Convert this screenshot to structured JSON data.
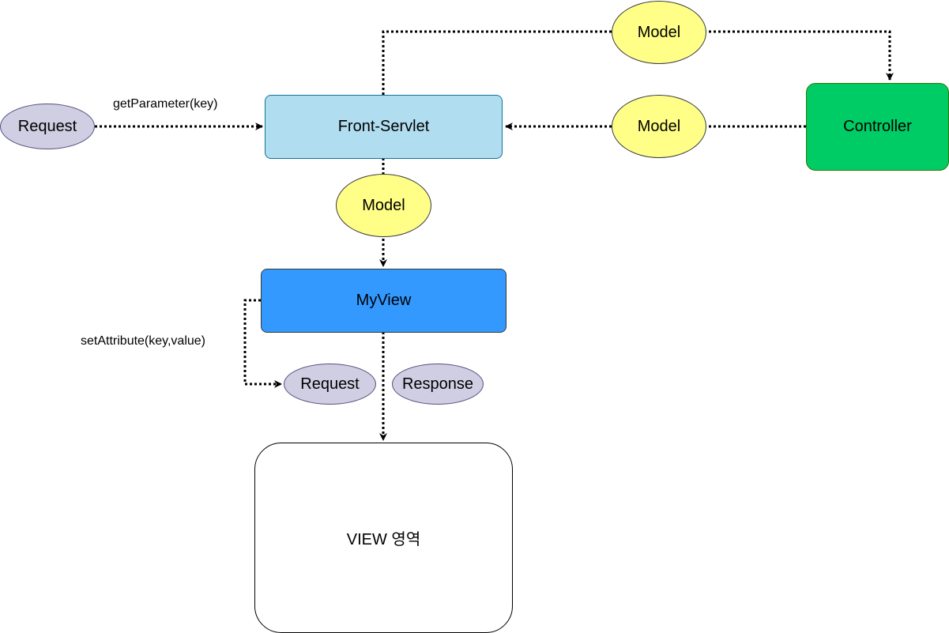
{
  "nodes": {
    "front_servlet": {
      "label": "Front-Servlet",
      "fill": "#b1ddf0",
      "stroke": "#10739e"
    },
    "controller": {
      "label": "Controller",
      "fill": "#00cc66",
      "stroke": "#2d7600"
    },
    "my_view": {
      "label": "MyView",
      "fill": "#3399ff",
      "stroke": "#36393d"
    },
    "view_area": {
      "label": "VIEW 영역",
      "fill": "#ffffff",
      "stroke": "#000000"
    },
    "request_left": {
      "label": "Request",
      "fill": "#d0cee2",
      "stroke": "#56517e"
    },
    "request_bottom": {
      "label": "Request",
      "fill": "#d0cee2",
      "stroke": "#56517e"
    },
    "response": {
      "label": "Response",
      "fill": "#d0cee2",
      "stroke": "#56517e"
    },
    "model_top": {
      "label": "Model",
      "fill": "#ffff88",
      "stroke": "#36393d"
    },
    "model_middle": {
      "label": "Model",
      "fill": "#ffff88",
      "stroke": "#36393d"
    },
    "model_down": {
      "label": "Model",
      "fill": "#ffff88",
      "stroke": "#36393d"
    }
  },
  "edge_labels": {
    "get_parameter": "getParameter(key)",
    "set_attribute": "setAttribute(key,value)"
  },
  "edges": [
    {
      "from": "request_left",
      "to": "front_servlet",
      "style": "dotted",
      "label": "getParameter(key)"
    },
    {
      "from": "front_servlet",
      "to": "controller",
      "via": "model_top",
      "style": "dotted"
    },
    {
      "from": "controller",
      "to": "front_servlet",
      "via": "model_middle",
      "style": "dotted"
    },
    {
      "from": "front_servlet",
      "to": "my_view",
      "via": "model_down",
      "style": "dotted"
    },
    {
      "from": "my_view",
      "to": "request_bottom",
      "style": "dotted",
      "label": "setAttribute(key,value)"
    },
    {
      "from": "my_view",
      "to": "view_area",
      "style": "dotted"
    }
  ]
}
